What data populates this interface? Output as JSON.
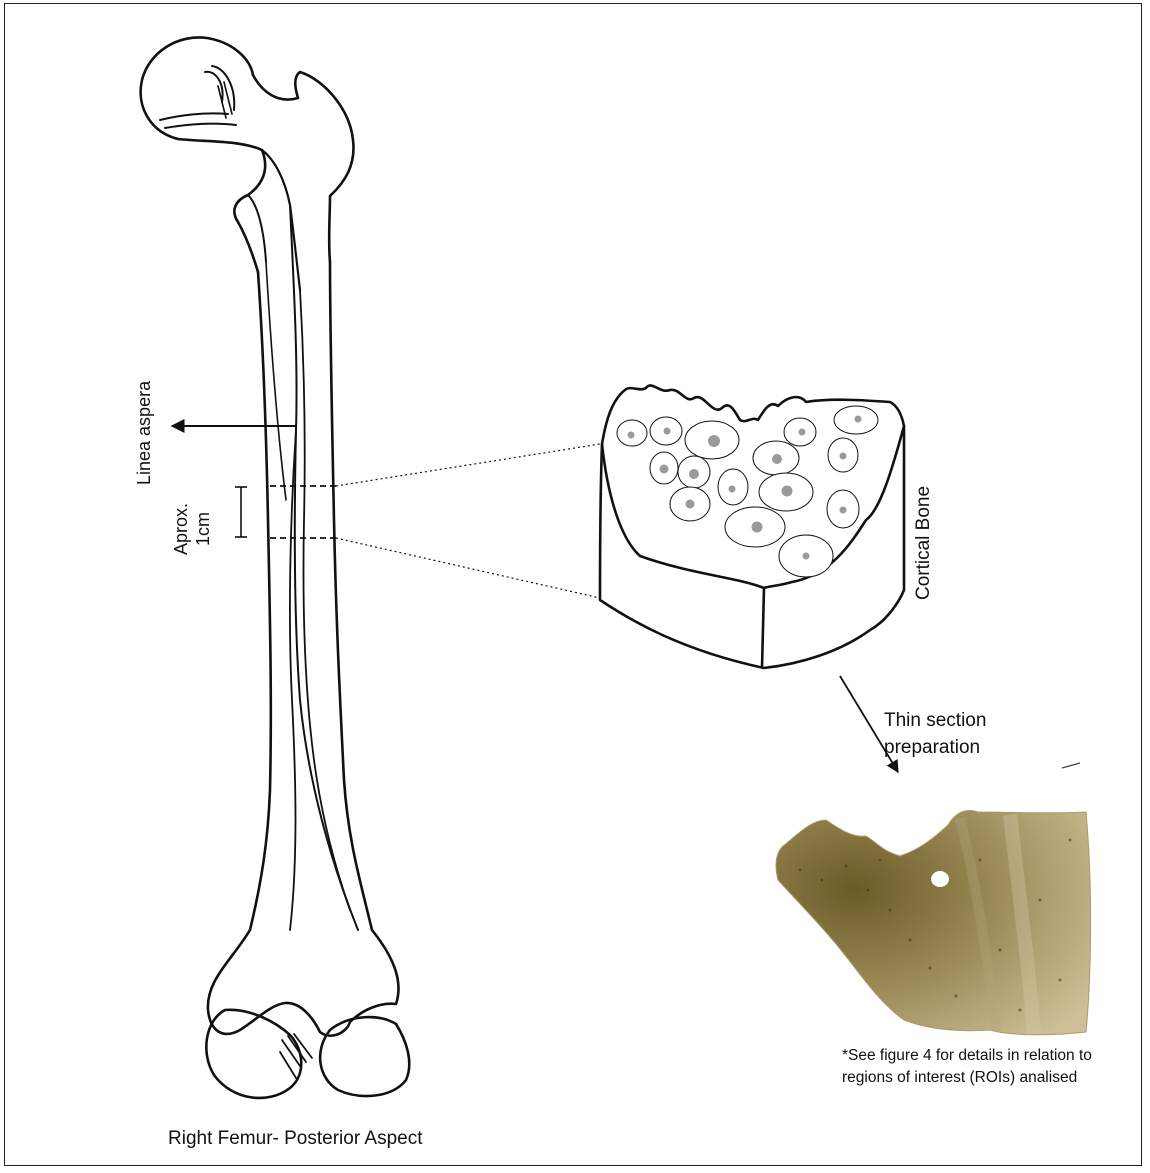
{
  "figure": {
    "femur_title": "Right Femur- Posterior Aspect",
    "linea_aspera": "Linea aspera",
    "aprox_line1": "Aprox.",
    "aprox_line2": "1cm",
    "cortical_bone": "Cortical Bone",
    "thin_section_line1": "Thin section",
    "thin_section_line2": "preparation",
    "note_line1": "*See figure 4 for details in relation to",
    "note_line2": "regions of interest (ROIs) analised"
  },
  "icons": [
    "femur-bone-drawing",
    "cortical-bone-block-drawing",
    "thin-section-photo",
    "arrow-icon"
  ],
  "colors": {
    "ink": "#111111",
    "osteon": "#9a9a9a",
    "section_dark": "#7a6a32",
    "section_light": "#c4b78e"
  }
}
